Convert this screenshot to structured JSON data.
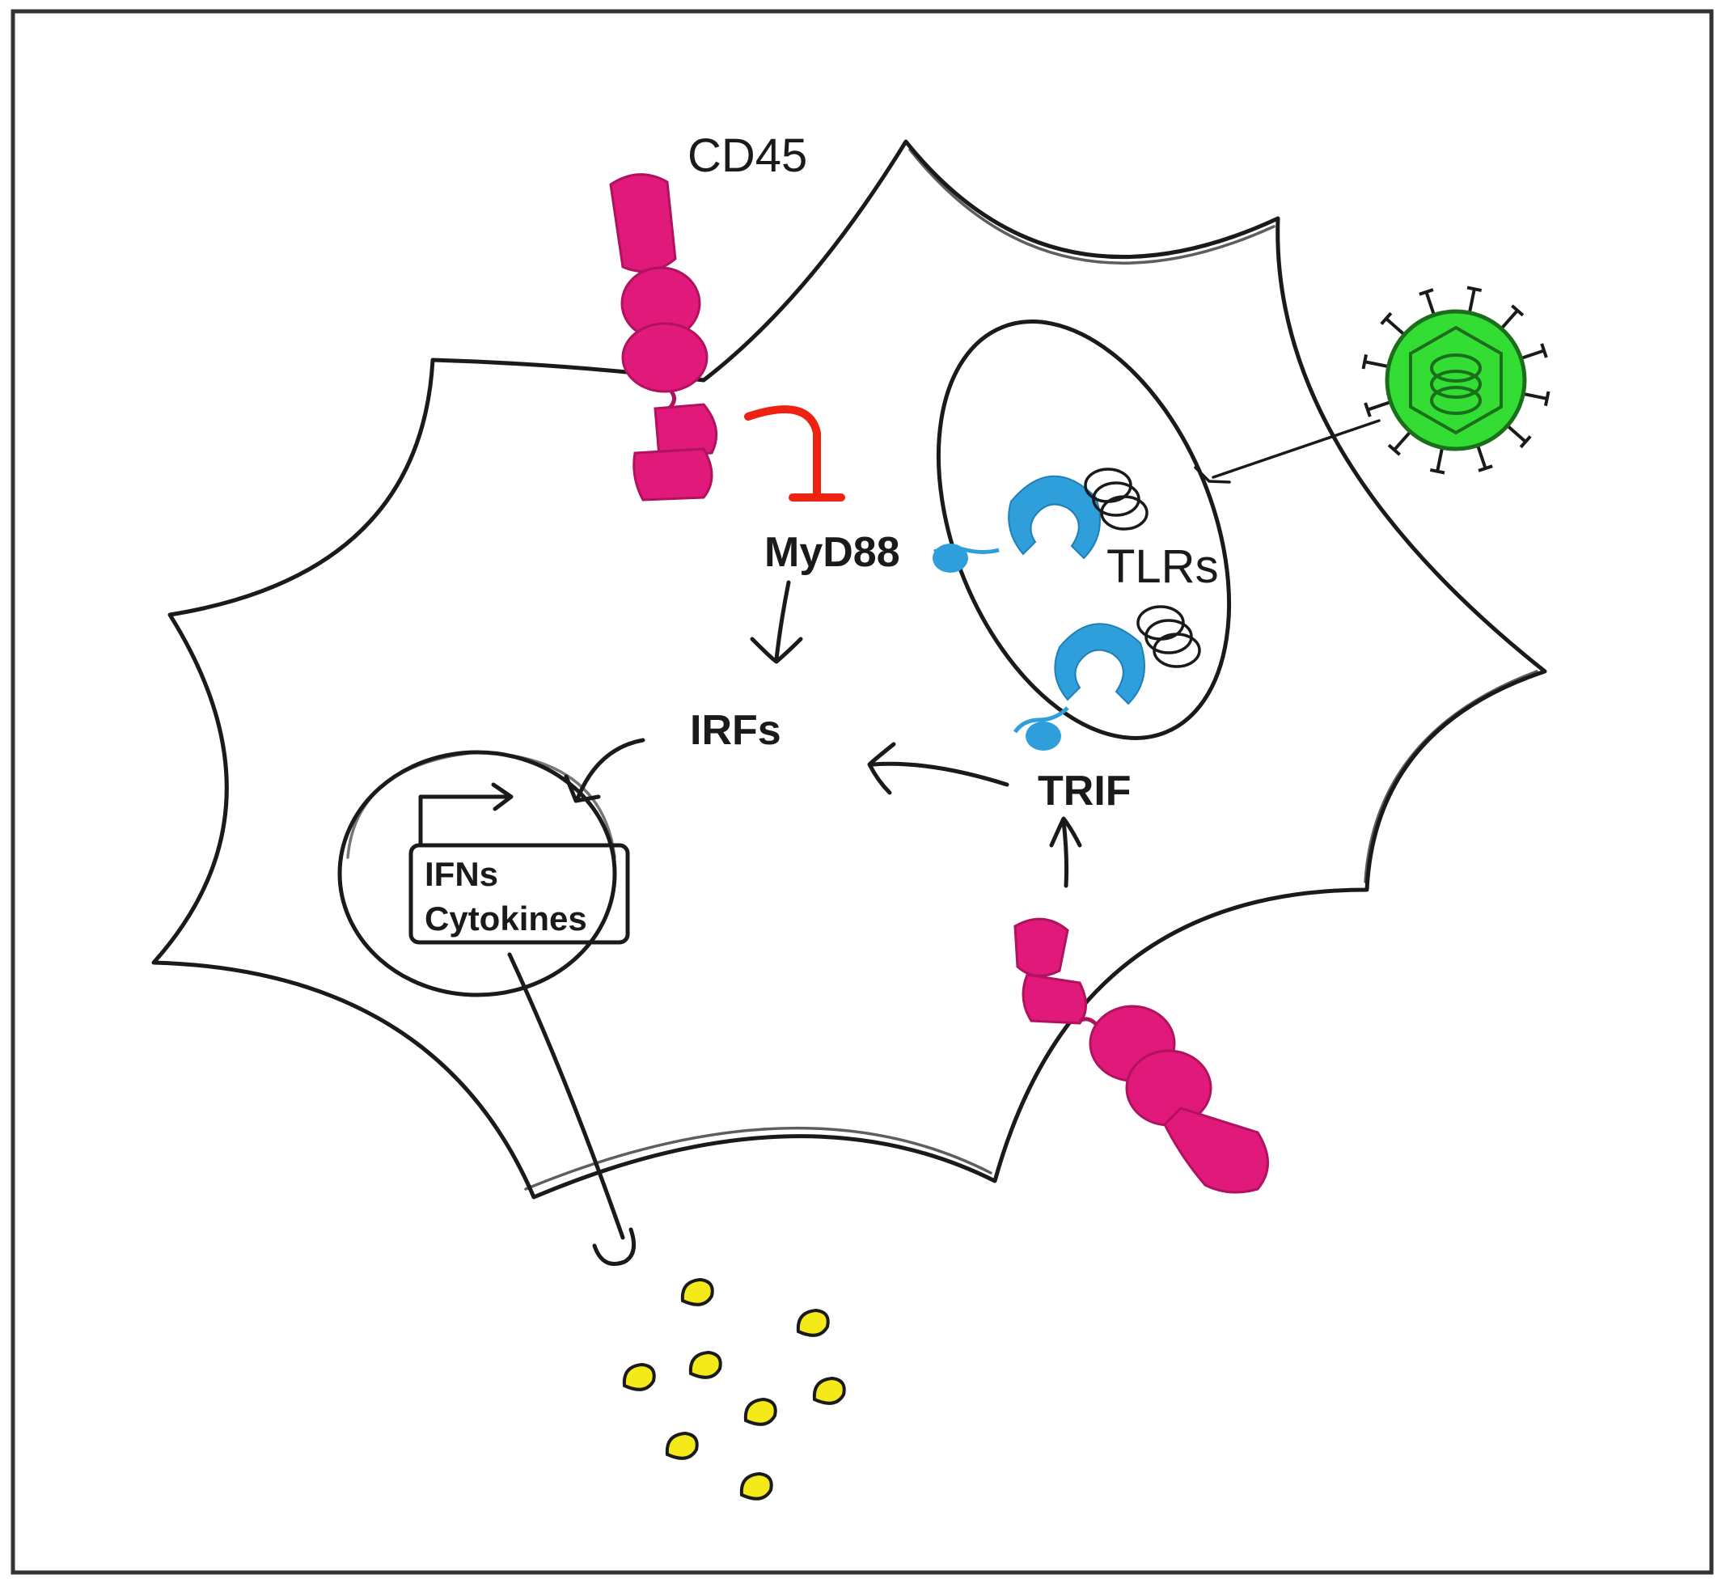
{
  "labels": {
    "cd45": "CD45",
    "myd88": "MyD88",
    "tlrs": "TLRs",
    "irfs": "IRFs",
    "trif": "TRIF",
    "ifns": "IFNs",
    "cytokines": "Cytokines"
  },
  "colors": {
    "receptor": "#e0197a",
    "receptor_outline": "#b0125e",
    "tlr": "#2f9fdb",
    "virus": "#33dd33",
    "virus_outline": "#1b6e1b",
    "inhibition": "#ee2211",
    "cytokine": "#f4ea1a",
    "ink": "#1a1a1a"
  }
}
